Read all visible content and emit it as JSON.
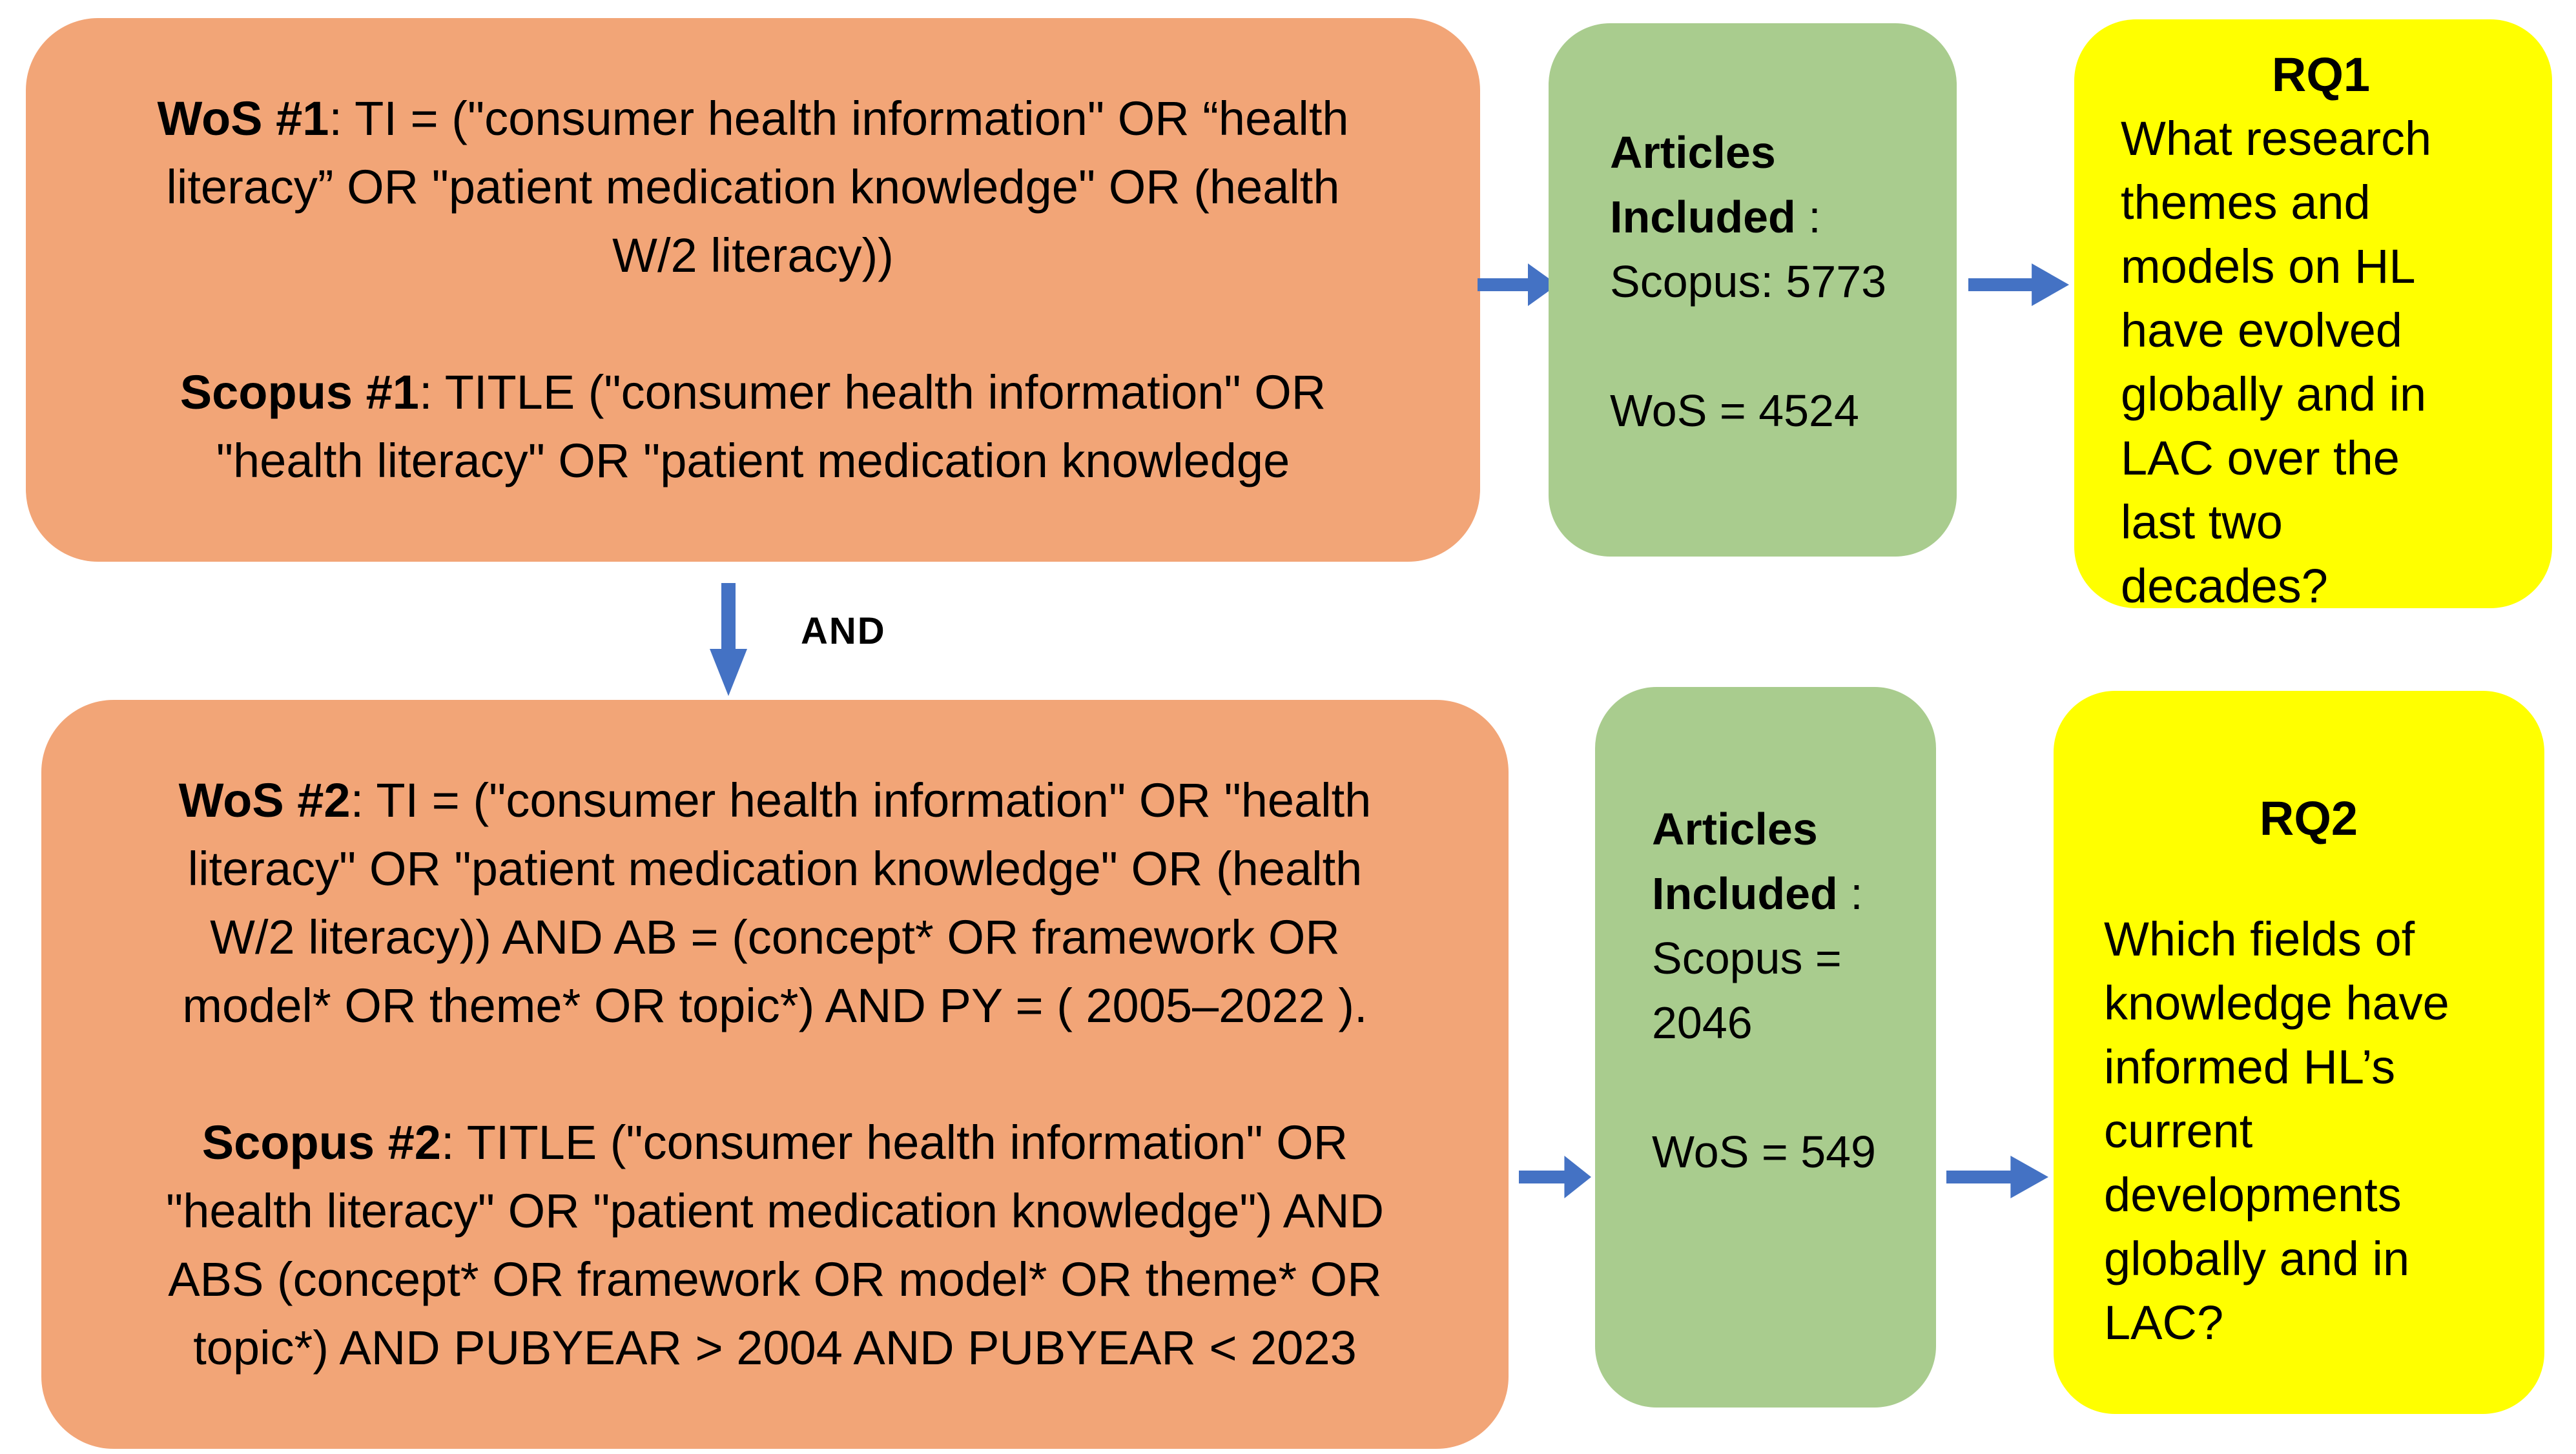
{
  "colors": {
    "query_box_fill": "#F2A577",
    "articles_box_fill": "#A9CC8E",
    "rq_box_fill": "#FFFF00",
    "arrow_blue": "#4472C4",
    "text": "#000000"
  },
  "icons": {
    "flow_connector": "arrow-right-icon",
    "junction_connector": "arrow-down-icon"
  },
  "and_label": "AND",
  "row1": {
    "query": "**WoS #1**: TI = (\"consumer health information\" OR “health\nliteracy” OR \"patient medication knowledge\" OR (health\nW/2 literacy))\n\n**Scopus #1**: TITLE (\"consumer health information\" OR\n\"health literacy\" OR \"patient medication knowledge",
    "articles_title": "**Articles\nIncluded** :",
    "articles_values": "Scopus: 5773\n\nWoS = 4524",
    "rq_title": "RQ1",
    "rq_question": "What research\nthemes and\nmodels on HL\nhave evolved\nglobally and in\nLAC over the\nlast two\ndecades?"
  },
  "row2": {
    "query": "**WoS #2**: TI = (\"consumer health information\" OR \"health\nliteracy\" OR \"patient medication knowledge\" OR (health\nW/2 literacy)) AND AB = (concept* OR framework OR\nmodel* OR theme* OR topic*) AND PY = ( 2005–2022 ).\n\n**Scopus #2**: TITLE (\"consumer health information\" OR\n\"health literacy\" OR \"patient medication knowledge\") AND\nABS (concept* OR framework OR model* OR theme* OR\ntopic*) AND PUBYEAR > 2004 AND PUBYEAR < 2023",
    "articles_title": "**Articles\nIncluded** :",
    "articles_values": "Scopus =\n2046\n\nWoS = 549",
    "rq_title": "RQ2",
    "rq_question": "Which fields of\nknowledge have\ninformed HL’s\ncurrent\ndevelopments\nglobally and in\nLAC?"
  }
}
